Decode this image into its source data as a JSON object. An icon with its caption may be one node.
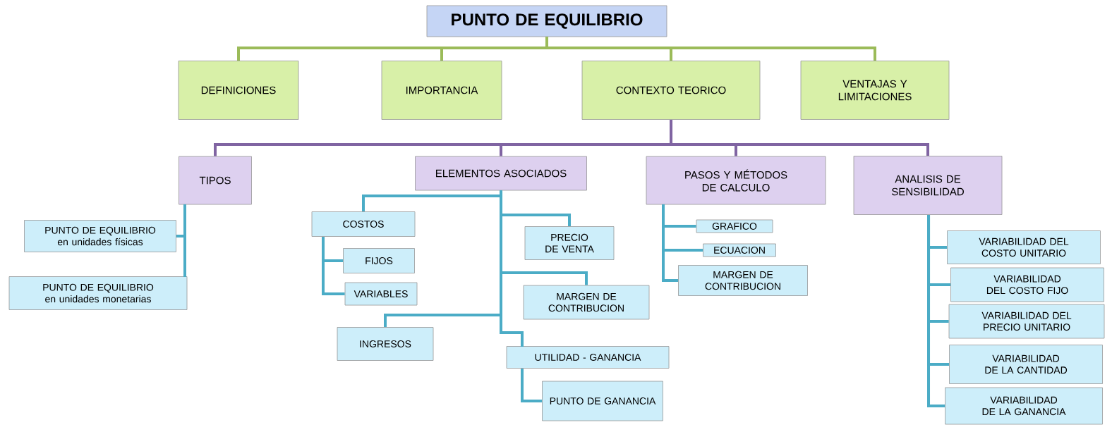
{
  "diagram": {
    "nodes": [
      {
        "text": [
          "PUNTO DE EQUILIBRIO"
        ]
      },
      {
        "text": [
          "DEFINICIONES"
        ]
      },
      {
        "text": [
          "IMPORTANCIA"
        ]
      },
      {
        "text": [
          "CONTEXTO TEORICO"
        ]
      },
      {
        "text": [
          "VENTAJAS Y LIMITACIONES"
        ]
      },
      {
        "text": [
          "TIPOS"
        ]
      },
      {
        "text": [
          "ELEMENTOS ASOCIADOS"
        ]
      },
      {
        "text": [
          "PASOS Y MÉTODOS DE CALCULO"
        ]
      },
      {
        "text": [
          "ANALISIS DE SENSIBILIDAD"
        ]
      },
      {
        "text": [
          "PUNTO DE EQUILIBRIO en unidades físicas"
        ]
      },
      {
        "text": [
          "PUNTO DE EQUILIBRIO en unidades monetarias"
        ]
      },
      {
        "text": [
          "COSTOS"
        ]
      },
      {
        "text": [
          "FIJOS"
        ]
      },
      {
        "text": [
          "VARIABLES"
        ]
      },
      {
        "text": [
          "INGRESOS"
        ]
      },
      {
        "text": [
          "PRECIO DE VENTA"
        ]
      },
      {
        "text": [
          "MARGEN DE CONTRIBUCION"
        ]
      },
      {
        "text": [
          "UTILIDAD - GANANCIA"
        ]
      },
      {
        "text": [
          "PUNTO DE GANANCIA"
        ]
      },
      {
        "text": [
          "GRAFICO"
        ]
      },
      {
        "text": [
          "ECUACION"
        ]
      },
      {
        "text": [
          "MARGEN DE CONTRIBUCION"
        ]
      },
      {
        "text": [
          "VARIABILIDAD DEL COSTO UNITARIO"
        ]
      },
      {
        "text": [
          "VARIABILIDAD DEL COSTO FIJO"
        ]
      },
      {
        "text": [
          "VARIABILIDAD DEL PRECIO UNITARIO"
        ]
      },
      {
        "text": [
          "VARIABILIDAD DE LA CANTIDAD"
        ]
      },
      {
        "text": [
          "VARIABILIDAD DE LA GANANCIA"
        ]
      }
    ],
    "edges": [
      {
        "from": 0,
        "to": 1,
        "arrow": "none",
        "color": "#9bbb59"
      },
      {
        "from": 0,
        "to": 2,
        "arrow": "none",
        "color": "#9bbb59"
      },
      {
        "from": 0,
        "to": 3,
        "arrow": "none",
        "color": "#9bbb59"
      },
      {
        "from": 0,
        "to": 4,
        "arrow": "none",
        "color": "#9bbb59"
      },
      {
        "from": 3,
        "to": 5,
        "arrow": "none",
        "color": "#8064a2"
      },
      {
        "from": 3,
        "to": 6,
        "arrow": "none",
        "color": "#8064a2"
      },
      {
        "from": 3,
        "to": 7,
        "arrow": "none",
        "color": "#8064a2"
      },
      {
        "from": 3,
        "to": 8,
        "arrow": "none",
        "color": "#8064a2"
      },
      {
        "from": 5,
        "to": 9,
        "arrow": "none"
      },
      {
        "from": 5,
        "to": 10,
        "arrow": "none"
      },
      {
        "from": 6,
        "to": 11,
        "arrow": "none"
      },
      {
        "from": 6,
        "to": 15,
        "arrow": "none"
      },
      {
        "from": 6,
        "to": 16,
        "arrow": "none"
      },
      {
        "from": 6,
        "to": 14,
        "arrow": "none"
      },
      {
        "from": 6,
        "to": 17,
        "arrow": "none"
      },
      {
        "from": 11,
        "to": 12,
        "arrow": "none"
      },
      {
        "from": 11,
        "to": 13,
        "arrow": "none"
      },
      {
        "from": 17,
        "to": 18,
        "arrow": "none"
      },
      {
        "from": 7,
        "to": 19,
        "arrow": "none"
      },
      {
        "from": 7,
        "to": 20,
        "arrow": "none"
      },
      {
        "from": 7,
        "to": 21,
        "arrow": "none"
      },
      {
        "from": 8,
        "to": 22,
        "arrow": "none"
      },
      {
        "from": 8,
        "to": 23,
        "arrow": "none"
      },
      {
        "from": 8,
        "to": 24,
        "arrow": "none"
      },
      {
        "from": 8,
        "to": 25,
        "arrow": "none"
      },
      {
        "from": 8,
        "to": 26,
        "arrow": "none"
      }
    ]
  }
}
